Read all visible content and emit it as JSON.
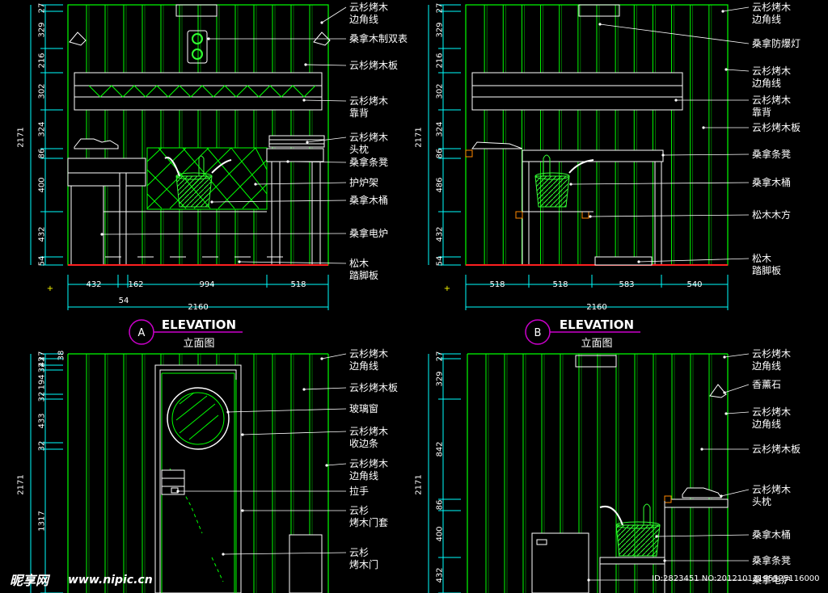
{
  "colors": {
    "background": "#000000",
    "panel_line": "#00ff00",
    "dim_line": "#00ffff",
    "leader": "#ffffff",
    "text": "#ffffff",
    "title_circle": "#cc00cc",
    "floor": "#ff2020",
    "bucket": "#33ff33"
  },
  "elevation_a": {
    "dims_vertical": [
      "27",
      "329",
      "216",
      "302",
      "324",
      "86",
      "400",
      "432",
      "54"
    ],
    "dim_total": "2171",
    "dims_horizontal": [
      "432",
      "162",
      "994",
      "518"
    ],
    "dim_small": "54",
    "dim_width": "2160",
    "labels": [
      "云杉烤木\n边角线",
      "桑拿木制双表",
      "云杉烤木板",
      "云杉烤木\n靠背",
      "云杉烤木\n头枕",
      "桑拿条凳",
      "护炉架",
      "桑拿木桶",
      "桑拿电炉",
      "松木\n踏脚板"
    ],
    "title_letter": "A",
    "title": "ELEVATION",
    "subtitle": "立面图"
  },
  "elevation_b": {
    "dims_vertical": [
      "27",
      "329",
      "216",
      "302",
      "324",
      "86",
      "486",
      "432",
      "54"
    ],
    "dim_total": "2171",
    "dims_horizontal": [
      "518",
      "518",
      "583",
      "540"
    ],
    "dim_width": "2160",
    "labels": [
      "云杉烤木\n边角线",
      "桑拿防爆灯",
      "云杉烤木\n边角线",
      "云杉烤木\n靠背",
      "云杉烤木板",
      "桑拿条凳",
      "桑拿木桶",
      "松木木方",
      "松木\n踏脚板"
    ],
    "title_letter": "B",
    "title": "ELEVATION",
    "subtitle": "立面图"
  },
  "elevation_c": {
    "dims_vertical": [
      "27",
      "43",
      "32",
      "194",
      "32",
      "433",
      "32",
      "1317"
    ],
    "dim_small_top": "38",
    "dim_total": "2171",
    "labels": [
      "云杉烤木\n边角线",
      "云杉烤木板",
      "玻璃窗",
      "云杉烤木\n收边条",
      "云杉烤木\n边角线",
      "拉手",
      "云杉\n烤木门套",
      "云杉\n烤木门"
    ]
  },
  "elevation_d": {
    "dims_vertical": [
      "27",
      "329",
      "842",
      "86",
      "400",
      "432"
    ],
    "dim_total": "2171",
    "labels": [
      "云杉烤木\n边角线",
      "香薰石",
      "云杉烤木\n边角线",
      "云杉烤木板",
      "云杉烤木\n头枕",
      "桑拿木桶",
      "桑拿条凳",
      "桑拿电炉"
    ]
  },
  "watermark": {
    "logo": "昵享网",
    "url": "www.nipic.cn",
    "id": "ID:2823451 NO:20121013195525116000"
  }
}
